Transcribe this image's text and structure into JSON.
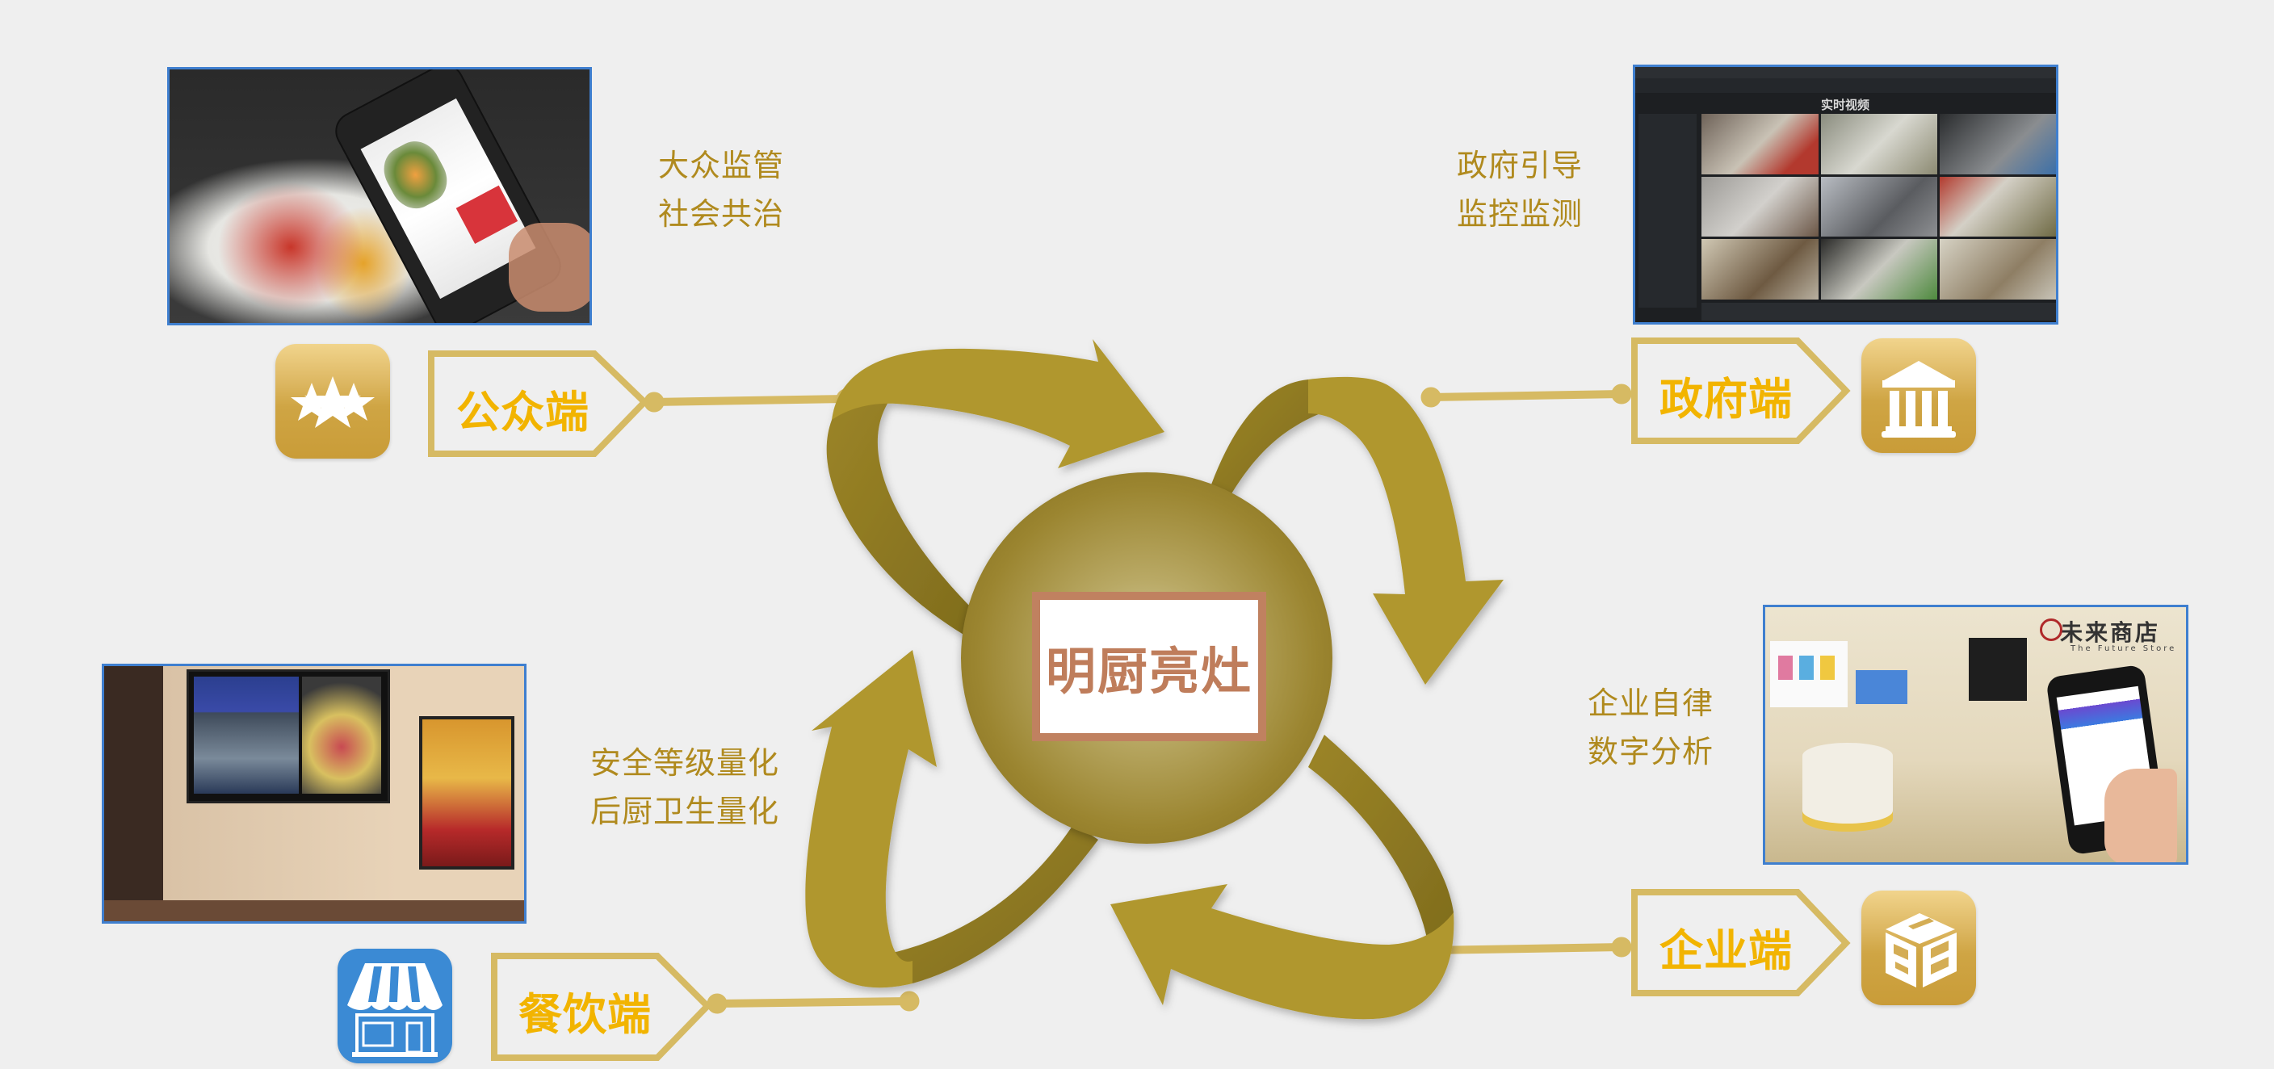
{
  "center": {
    "title": "明厨亮灶"
  },
  "nodes": {
    "public": {
      "tag_label": "公众端",
      "caption": [
        "大众监管",
        "社会共治"
      ],
      "icon": "three-stars-icon",
      "image": "phone-food-app-photo"
    },
    "government": {
      "tag_label": "政府端",
      "caption": [
        "政府引导",
        "监控监测"
      ],
      "icon": "government-building-icon",
      "image": "surveillance-software-screenshot",
      "image_title": "实时视频"
    },
    "restaurant": {
      "tag_label": "餐饮端",
      "caption": [
        "安全等级量化",
        "后厨卫生量化"
      ],
      "icon": "storefront-icon",
      "image": "restaurant-display-screen-photo"
    },
    "enterprise": {
      "tag_label": "企业端",
      "caption": [
        "企业自律",
        "数字分析"
      ],
      "icon": "cube-logo-icon",
      "image": "future-store-photo",
      "image_sign": "未来商店",
      "image_sign_en": "The Future Store"
    }
  },
  "colors": {
    "gold_arrow": "#b0972d",
    "gold_dark": "#8e7a25",
    "tag_outline": "#d6ba63",
    "tag_text": "#f2b400",
    "caption_text": "#b08a1e",
    "center_border": "#c08160",
    "center_text": "#bf7d5b",
    "photo_border": "#3f7fcf",
    "background": "#efefef",
    "blue_icon": "#3b8ad4"
  }
}
